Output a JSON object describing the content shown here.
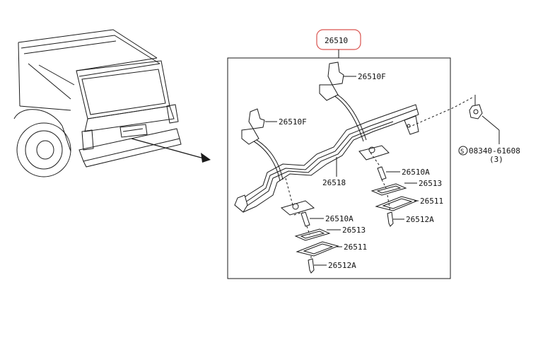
{
  "diagram": {
    "assembly_part_number": "26510",
    "highlight_color": "#d9534f",
    "line_color": "#1a1a1a",
    "background_color": "#ffffff",
    "callouts": {
      "socket_upper_right": "26510F",
      "socket_upper_left": "26510F",
      "harness": "26518",
      "bulb_right": "26510A",
      "gasket_right": "26513",
      "lens_right": "26511",
      "screw_right": "26512A",
      "bulb_left": "26510A",
      "gasket_left": "26513",
      "lens_left": "26511",
      "screw_left": "26512A"
    },
    "fastener": {
      "part_number": "08340-61608",
      "symbol": "S",
      "quantity": "(3)"
    }
  }
}
